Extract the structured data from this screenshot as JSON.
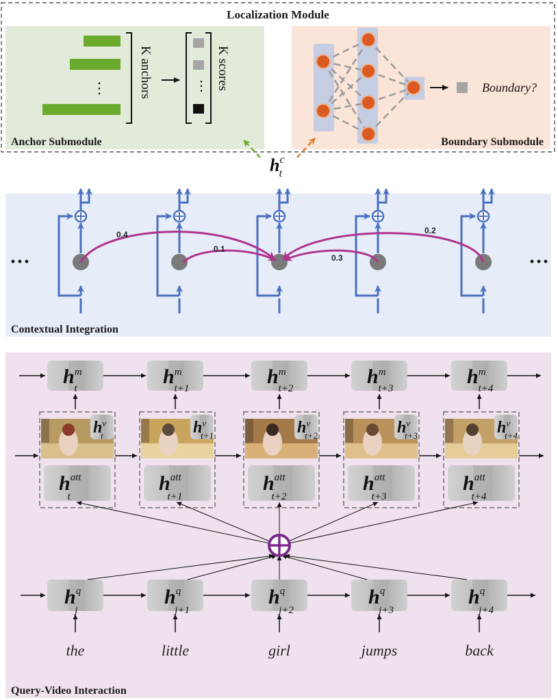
{
  "localization": {
    "title": "Localization Module",
    "anchor_label": "Anchor Submodule",
    "boundary_label": "Boundary Submodule",
    "k_anchors": "K anchors",
    "k_scores": "K scores",
    "ellipsis": "⋮",
    "boundary_text": "Boundary?"
  },
  "context_vector": {
    "main": "h",
    "sup": "c",
    "sub": "t"
  },
  "contextual": {
    "label": "Contextual Integration",
    "weights": [
      "0.4",
      "0.1",
      "0.3",
      "0.2"
    ],
    "dots": "···"
  },
  "query_video": {
    "label": "Query-Video Interaction",
    "m_states": [
      {
        "sup": "m",
        "sub": "t"
      },
      {
        "sup": "m",
        "sub": "t+1"
      },
      {
        "sup": "m",
        "sub": "t+2"
      },
      {
        "sup": "m",
        "sub": "t+3"
      },
      {
        "sup": "m",
        "sub": "t+4"
      }
    ],
    "v_states": [
      {
        "sup": "v",
        "sub": "t"
      },
      {
        "sup": "v",
        "sub": "t+1"
      },
      {
        "sup": "v",
        "sub": "t+2"
      },
      {
        "sup": "v",
        "sub": "t+3"
      },
      {
        "sup": "v",
        "sub": "t+4"
      }
    ],
    "att_states": [
      {
        "sup": "att",
        "sub": "t"
      },
      {
        "sup": "att",
        "sub": "t+1"
      },
      {
        "sup": "att",
        "sub": "t+2"
      },
      {
        "sup": "att",
        "sub": "t+3"
      },
      {
        "sup": "att",
        "sub": "t+4"
      }
    ],
    "q_states": [
      {
        "sup": "q",
        "sub": "j"
      },
      {
        "sup": "q",
        "sub": "j+1"
      },
      {
        "sup": "q",
        "sub": "j+2"
      },
      {
        "sup": "q",
        "sub": "j+3"
      },
      {
        "sup": "q",
        "sub": "j+4"
      }
    ],
    "h_symbol": "h",
    "words": [
      "the",
      "little",
      "girl",
      "jumps",
      "back"
    ]
  },
  "colors": {
    "anchor_bg": "#e2ead9",
    "boundary_bg": "#fbe5d8",
    "context_bg": "#e6edf8",
    "query_bg": "#efe2ee",
    "bar_green": "#6aaa2c",
    "node_orange": "#d95a22",
    "lstm_blue": "#4a6fbf",
    "attn_pink": "#b0328e",
    "plus_purple": "#7b2a8c",
    "cell_gray": "#c9c9c9"
  }
}
